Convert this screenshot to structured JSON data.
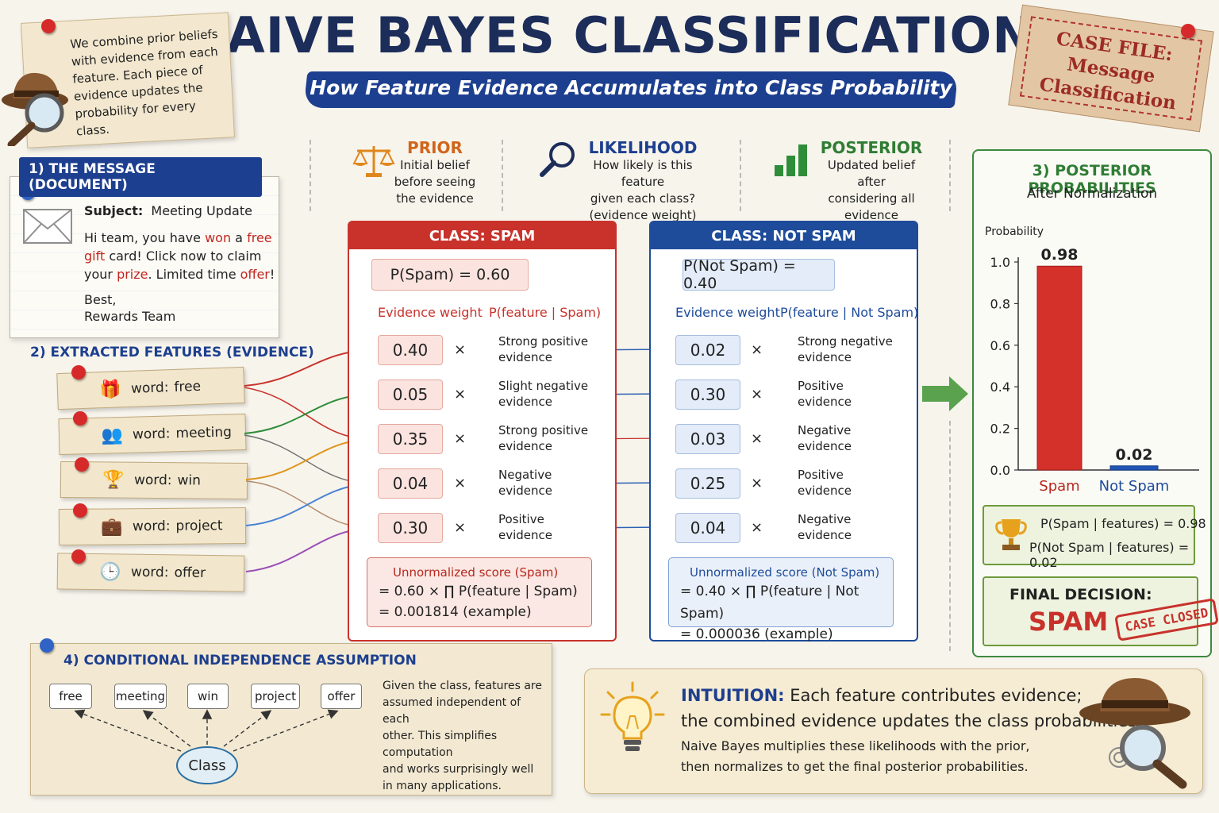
{
  "title": "NAIVE BAYES CLASSIFICATION",
  "subtitle": "How Feature Evidence Accumulates into Class Probability",
  "intro_note": "We combine prior beliefs with evidence from each feature. Each piece of evidence updates the probability for every class.",
  "case_file": {
    "line1": "CASE FILE:",
    "line2": "Message",
    "line3": "Classification"
  },
  "message": {
    "section_label": "1) THE MESSAGE (DOCUMENT)",
    "subject_label": "Subject:",
    "subject_value": "Meeting Update",
    "body": [
      [
        "Hi team, you have ",
        "won",
        " a ",
        "free"
      ],
      [
        "gift",
        " card! Click now to claim"
      ],
      [
        "your ",
        "prize",
        ".  Limited time ",
        "offer",
        "!"
      ]
    ],
    "signoff": "Best,",
    "sender": "Rewards Team"
  },
  "features": {
    "section_label": "2) EXTRACTED FEATURES (EVIDENCE)",
    "prefix": "word:",
    "items": [
      {
        "word": "free",
        "icon": "gift-icon",
        "glyph": "🎁"
      },
      {
        "word": "meeting",
        "icon": "people-icon",
        "glyph": "👥"
      },
      {
        "word": "win",
        "icon": "trophy-icon",
        "glyph": "🏆"
      },
      {
        "word": "project",
        "icon": "briefcase-icon",
        "glyph": "💼"
      },
      {
        "word": "offer",
        "icon": "clock-icon",
        "glyph": "🕒"
      }
    ]
  },
  "columns": {
    "prior": {
      "title": "PRIOR",
      "desc": [
        "Initial belief",
        "before seeing",
        "the evidence"
      ]
    },
    "likelihood": {
      "title": "LIKELIHOOD",
      "desc": [
        "How likely is this feature",
        "given each class?",
        "(evidence weight)"
      ]
    },
    "posterior": {
      "title": "POSTERIOR",
      "desc": [
        "Updated belief after",
        "considering all",
        "evidence"
      ]
    }
  },
  "spam": {
    "header": "CLASS:  SPAM",
    "prior": "P(Spam) = 0.60",
    "col_weight": "Evidence weight",
    "col_feature": "P(feature | Spam)",
    "weights": [
      "0.40",
      "0.05",
      "0.35",
      "0.04",
      "0.30"
    ],
    "evidence": [
      [
        "Strong positive",
        "evidence"
      ],
      [
        "Slight negative",
        "evidence"
      ],
      [
        "Strong positive",
        "evidence"
      ],
      [
        "Negative",
        "evidence"
      ],
      [
        "Positive",
        "evidence"
      ]
    ],
    "score_title": "Unnormalized score (Spam)",
    "score_formula": "= 0.60 × ∏ P(feature | Spam)",
    "score_value": "= 0.001814 (example)"
  },
  "not_spam": {
    "header": "CLASS:  NOT SPAM",
    "prior": "P(Not Spam) = 0.40",
    "col_weight": "Evidence weight",
    "col_feature": "P(feature | Not Spam)",
    "weights": [
      "0.02",
      "0.30",
      "0.03",
      "0.25",
      "0.04"
    ],
    "evidence": [
      [
        "Strong negative",
        "evidence"
      ],
      [
        "Positive",
        "evidence"
      ],
      [
        "Negative",
        "evidence"
      ],
      [
        "Positive",
        "evidence"
      ],
      [
        "Negative",
        "evidence"
      ]
    ],
    "score_title": "Unnormalized score (Not Spam)",
    "score_formula": "= 0.40 × ∏ P(feature | Not Spam)",
    "score_value": "= 0.000036 (example)"
  },
  "times_symbol": "×",
  "posterior": {
    "section_label": "3) POSTERIOR PROBABILITIES",
    "sub_label": "After Normalization",
    "summary_spam": "P(Spam | features) = 0.98",
    "summary_ns": "P(Not Spam | features) = 0.02",
    "decision_label": "FINAL DECISION:",
    "decision_value": "SPAM",
    "stamp": "CASE CLOSED"
  },
  "chart_data": {
    "type": "bar",
    "ylabel": "Probability",
    "ylim": [
      0,
      1.0
    ],
    "yticks": [
      "0.0",
      "0.2",
      "0.4",
      "0.6",
      "0.8",
      "1.0"
    ],
    "categories": [
      "Spam",
      "Not Spam"
    ],
    "values": [
      0.98,
      0.02
    ],
    "value_labels": [
      "0.98",
      "0.02"
    ],
    "colors": [
      "#d3312a",
      "#1f55b5"
    ]
  },
  "conditional": {
    "section_label": "4) CONDITIONAL INDEPENDENCE ASSUMPTION",
    "words": [
      "free",
      "meeting",
      "win",
      "project",
      "offer"
    ],
    "class_label": "Class",
    "text": [
      "Given the class, features are",
      "assumed independent of each",
      "other. This simplifies computation",
      "and works surprisingly well",
      "in many applications."
    ]
  },
  "intuition": {
    "label": "INTUITION:",
    "line1": "Each feature contributes evidence;",
    "line2": "the combined evidence updates the class probabilities.",
    "body1": "Naive Bayes multiplies these likelihoods with the prior,",
    "body2": "then normalizes to get the final posterior probabilities."
  },
  "colors": {
    "navy": "#1c2d5a",
    "spam_red": "#c8322b",
    "not_spam_blue": "#1e4c9a",
    "posterior_green": "#3d8a3e"
  }
}
